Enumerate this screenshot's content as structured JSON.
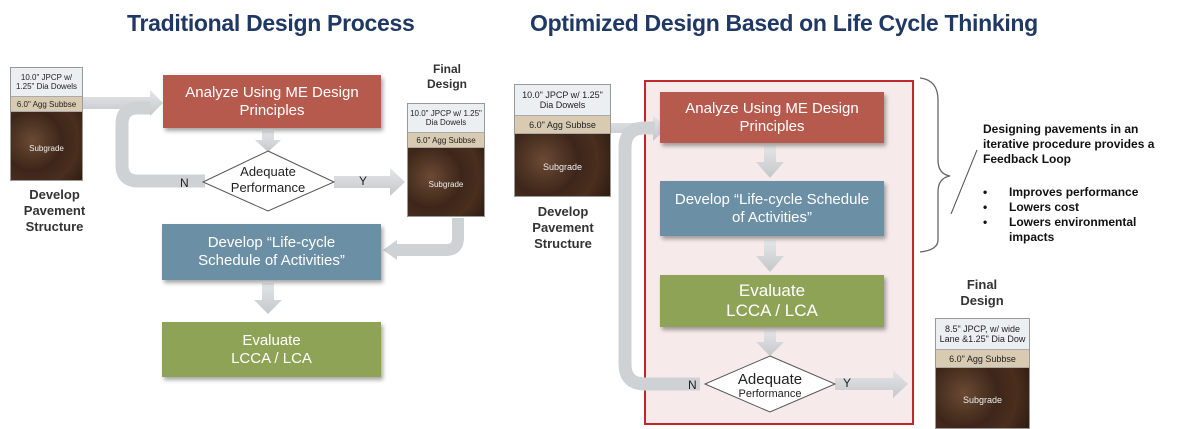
{
  "titles": {
    "left": "Traditional Design Process",
    "right": "Optimized Design Based on Life Cycle Thinking"
  },
  "left": {
    "initial_structure": {
      "layer1": "10.0\" JPCP w/ 1.25\" Dia Dowels",
      "layer2": "6.0\" Agg Subbse",
      "layer3": "Subgrade",
      "caption": "Develop Pavement Structure"
    },
    "analyze": "Analyze Using ME Design Principles",
    "decision": "Adequate Performance",
    "no_label": "N",
    "yes_label": "Y",
    "final_title": "Final Design",
    "final_structure": {
      "layer1": "10.0\" JPCP w/ 1.25\" Dia Dowels",
      "layer2": "6.0\" Agg Subbse",
      "layer3": "Subgrade"
    },
    "schedule": "Develop “Life-cycle Schedule of Activities”",
    "evaluate": "Evaluate LCCA / LCA"
  },
  "right": {
    "initial_structure": {
      "layer1": "10.0\" JPCP w/ 1.25\" Dia Dowels",
      "layer2": "6.0\" Agg Subbse",
      "layer3": "Subgrade",
      "caption": "Develop Pavement Structure"
    },
    "analyze": "Analyze Using ME Design Principles",
    "schedule": "Develop “Life-cycle Schedule of Activities”",
    "evaluate_line1": "Evaluate",
    "evaluate_line2": "LCCA / LCA",
    "decision_line1": "Adequate",
    "decision_line2": "Performance",
    "no_label": "N",
    "yes_label": "Y",
    "final_title": "Final Design",
    "final_structure": {
      "layer1": "8.5\" JPCP, w/ wide Lane &1.25\" Dia Dow",
      "layer2": "6.0\" Agg Subbse",
      "layer3": "Subgrade"
    },
    "note": "Designing pavements in an iterative procedure provides a Feedback Loop",
    "bullets": [
      "Improves performance",
      "Lowers cost",
      "Lowers environmental impacts"
    ]
  },
  "colors": {
    "title": "#1f3864",
    "analyze": "#b75a4e",
    "schedule": "#6b8fa4",
    "evaluate": "#8fa356",
    "highlight_border": "#c0282d",
    "highlight_fill": "#f6eaea",
    "arrow": "#d0d2d4"
  }
}
